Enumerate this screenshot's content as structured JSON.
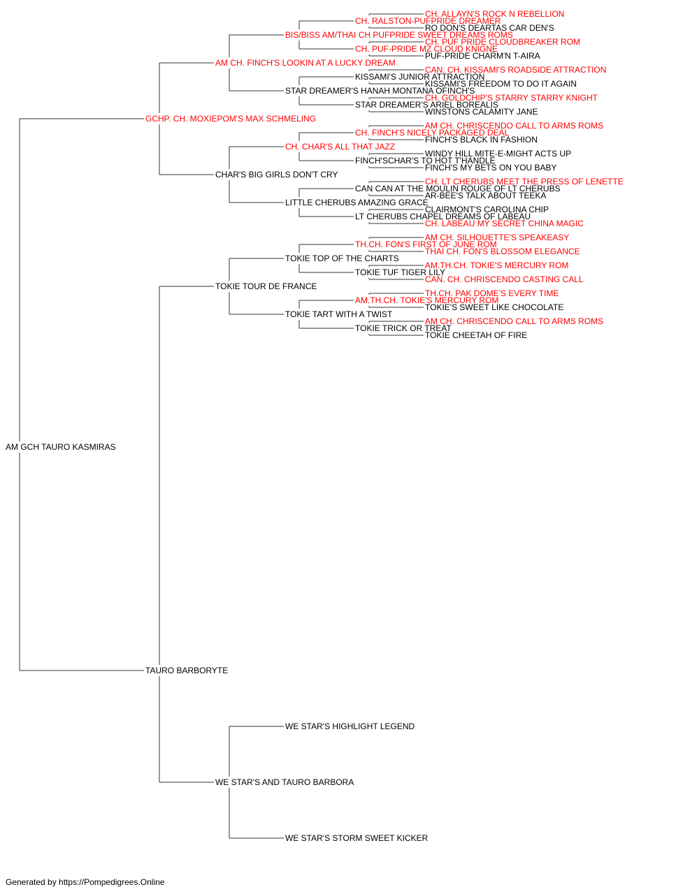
{
  "colors": {
    "champion": "#ff0000",
    "regular": "#000000",
    "line": "#333333"
  },
  "pedigree": {
    "name": "AM GCH TAURO KASMIRAS",
    "champion": false,
    "sire": {
      "name": "GCHP. CH. MOXIEPOM'S MAX SCHMELING",
      "champion": true,
      "sire": {
        "name": "AM CH. FINCH'S LOOKIN AT A LUCKY DREAM",
        "champion": true,
        "sire": {
          "name": "BIS/BISS AM/THAI CH PUFPRIDE SWEET DREAMS ROMS",
          "champion": true,
          "sire": {
            "name": "CH. RALSTON-PUFPRIDE DREAMER",
            "champion": true,
            "sire": {
              "name": "CH. ALLAYN'S ROCK N REBELLION",
              "champion": true
            },
            "dam": {
              "name": "RO DON'S DEARTAS CAR DEN'S",
              "champion": false
            }
          },
          "dam": {
            "name": "CH. PUF-PRIDE MZ CLOUD KNIGNE",
            "champion": true,
            "sire": {
              "name": "CH. PUF PRIDE CLOUDBREAKER ROM",
              "champion": true
            },
            "dam": {
              "name": "PUF-PRIDE CHARM'N T-AIRA",
              "champion": false
            }
          }
        },
        "dam": {
          "name": "STAR DREAMER'S HANAH MONTANA OFINCH'S",
          "champion": false,
          "sire": {
            "name": "KISSAMI'S JUNIOR ATTRACTION",
            "champion": false,
            "sire": {
              "name": "CAN. CH. KISSAMI'S ROADSIDE ATTRACTION",
              "champion": true
            },
            "dam": {
              "name": "KISSAMI'S FREEDOM TO DO IT AGAIN",
              "champion": false
            }
          },
          "dam": {
            "name": "STAR DREAMER'S ARIEL BOREALIS",
            "champion": false,
            "sire": {
              "name": "CH. GOLDCHIP'S STARRY STARRY KNIGHT",
              "champion": true
            },
            "dam": {
              "name": "WINSTONS CALAMITY JANE",
              "champion": false
            }
          }
        }
      },
      "dam": {
        "name": "CHAR'S BIG GIRLS DON'T CRY",
        "champion": false,
        "sire": {
          "name": "CH. CHAR'S ALL THAT JAZZ",
          "champion": true,
          "sire": {
            "name": "CH. FINCH'S NICELY PACKAGED DEAL",
            "champion": true,
            "sire": {
              "name": "AM CH. CHRISCENDO CALL TO ARMS ROMS",
              "champion": true
            },
            "dam": {
              "name": "FINCH'S BLACK IN FASHION",
              "champion": false
            }
          },
          "dam": {
            "name": "FINCH'SCHAR'S TO HOT T'HANDLE",
            "champion": false,
            "sire": {
              "name": "WINDY HILL MITE-E-MIGHT ACTS UP",
              "champion": false
            },
            "dam": {
              "name": "FINCH'S MY BETS ON YOU BABY",
              "champion": false
            }
          }
        },
        "dam": {
          "name": "LITTLE CHERUBS AMAZING GRACE",
          "champion": false,
          "sire": {
            "name": "CAN CAN AT THE MOULIN ROUGE OF LT CHERUBS",
            "champion": false,
            "sire": {
              "name": "CH. LT CHERUBS MEET THE PRESS OF LENETTE",
              "champion": true
            },
            "dam": {
              "name": "AR-BEE'S TALK ABOUT TEEKA",
              "champion": false
            }
          },
          "dam": {
            "name": "LT CHERUBS CHAPEL DREAMS OF LABEAU",
            "champion": false,
            "sire": {
              "name": "CLAIRMONT'S CAROLINA CHIP",
              "champion": false
            },
            "dam": {
              "name": "CH. LABEAU MY SECRET CHINA MAGIC",
              "champion": true
            }
          }
        }
      }
    },
    "dam": {
      "name": "TAURO BARBORYTE",
      "champion": false,
      "sire": {
        "name": "TOKIE TOUR DE FRANCE",
        "champion": false,
        "sire": {
          "name": "TOKIE TOP OF THE CHARTS",
          "champion": false,
          "sire": {
            "name": "TH.CH. FON'S FIRST OF JUNE ROM",
            "champion": true,
            "sire": {
              "name": "AM CH. SILHOUETTE'S SPEAKEASY",
              "champion": true
            },
            "dam": {
              "name": "THAI CH. FON'S BLOSSOM ELEGANCE",
              "champion": true
            }
          },
          "dam": {
            "name": "TOKIE TUF TIGER LILY",
            "champion": false,
            "sire": {
              "name": "AM.TH.CH. TOKIE'S MERCURY ROM",
              "champion": true
            },
            "dam": {
              "name": "CAN. CH. CHRISCENDO CASTING CALL",
              "champion": true
            }
          }
        },
        "dam": {
          "name": "TOKIE TART WITH A TWIST",
          "champion": false,
          "sire": {
            "name": "AM.TH.CH. TOKIE'S MERCURY ROM",
            "champion": true,
            "sire": {
              "name": "TH.CH. PAK DOME'S EVERY TIME",
              "champion": true
            },
            "dam": {
              "name": "TOKIE'S SWEET LIKE CHOCOLATE",
              "champion": false
            }
          },
          "dam": {
            "name": "TOKIE TRICK OR TREAT",
            "champion": false,
            "sire": {
              "name": "AM CH. CHRISCENDO CALL TO ARMS ROMS",
              "champion": true
            },
            "dam": {
              "name": "TOKIE CHEETAH OF FIRE",
              "champion": false
            }
          }
        }
      },
      "dam": {
        "name": "WE STAR'S AND TAURO BARBORA",
        "champion": false,
        "sire": {
          "name": "WE STAR'S HIGHLIGHT LEGEND",
          "champion": false
        },
        "dam": {
          "name": "WE STAR'S STORM SWEET KICKER",
          "champion": false
        }
      }
    }
  },
  "footer": "Generated by https://Pompedigrees.Online"
}
